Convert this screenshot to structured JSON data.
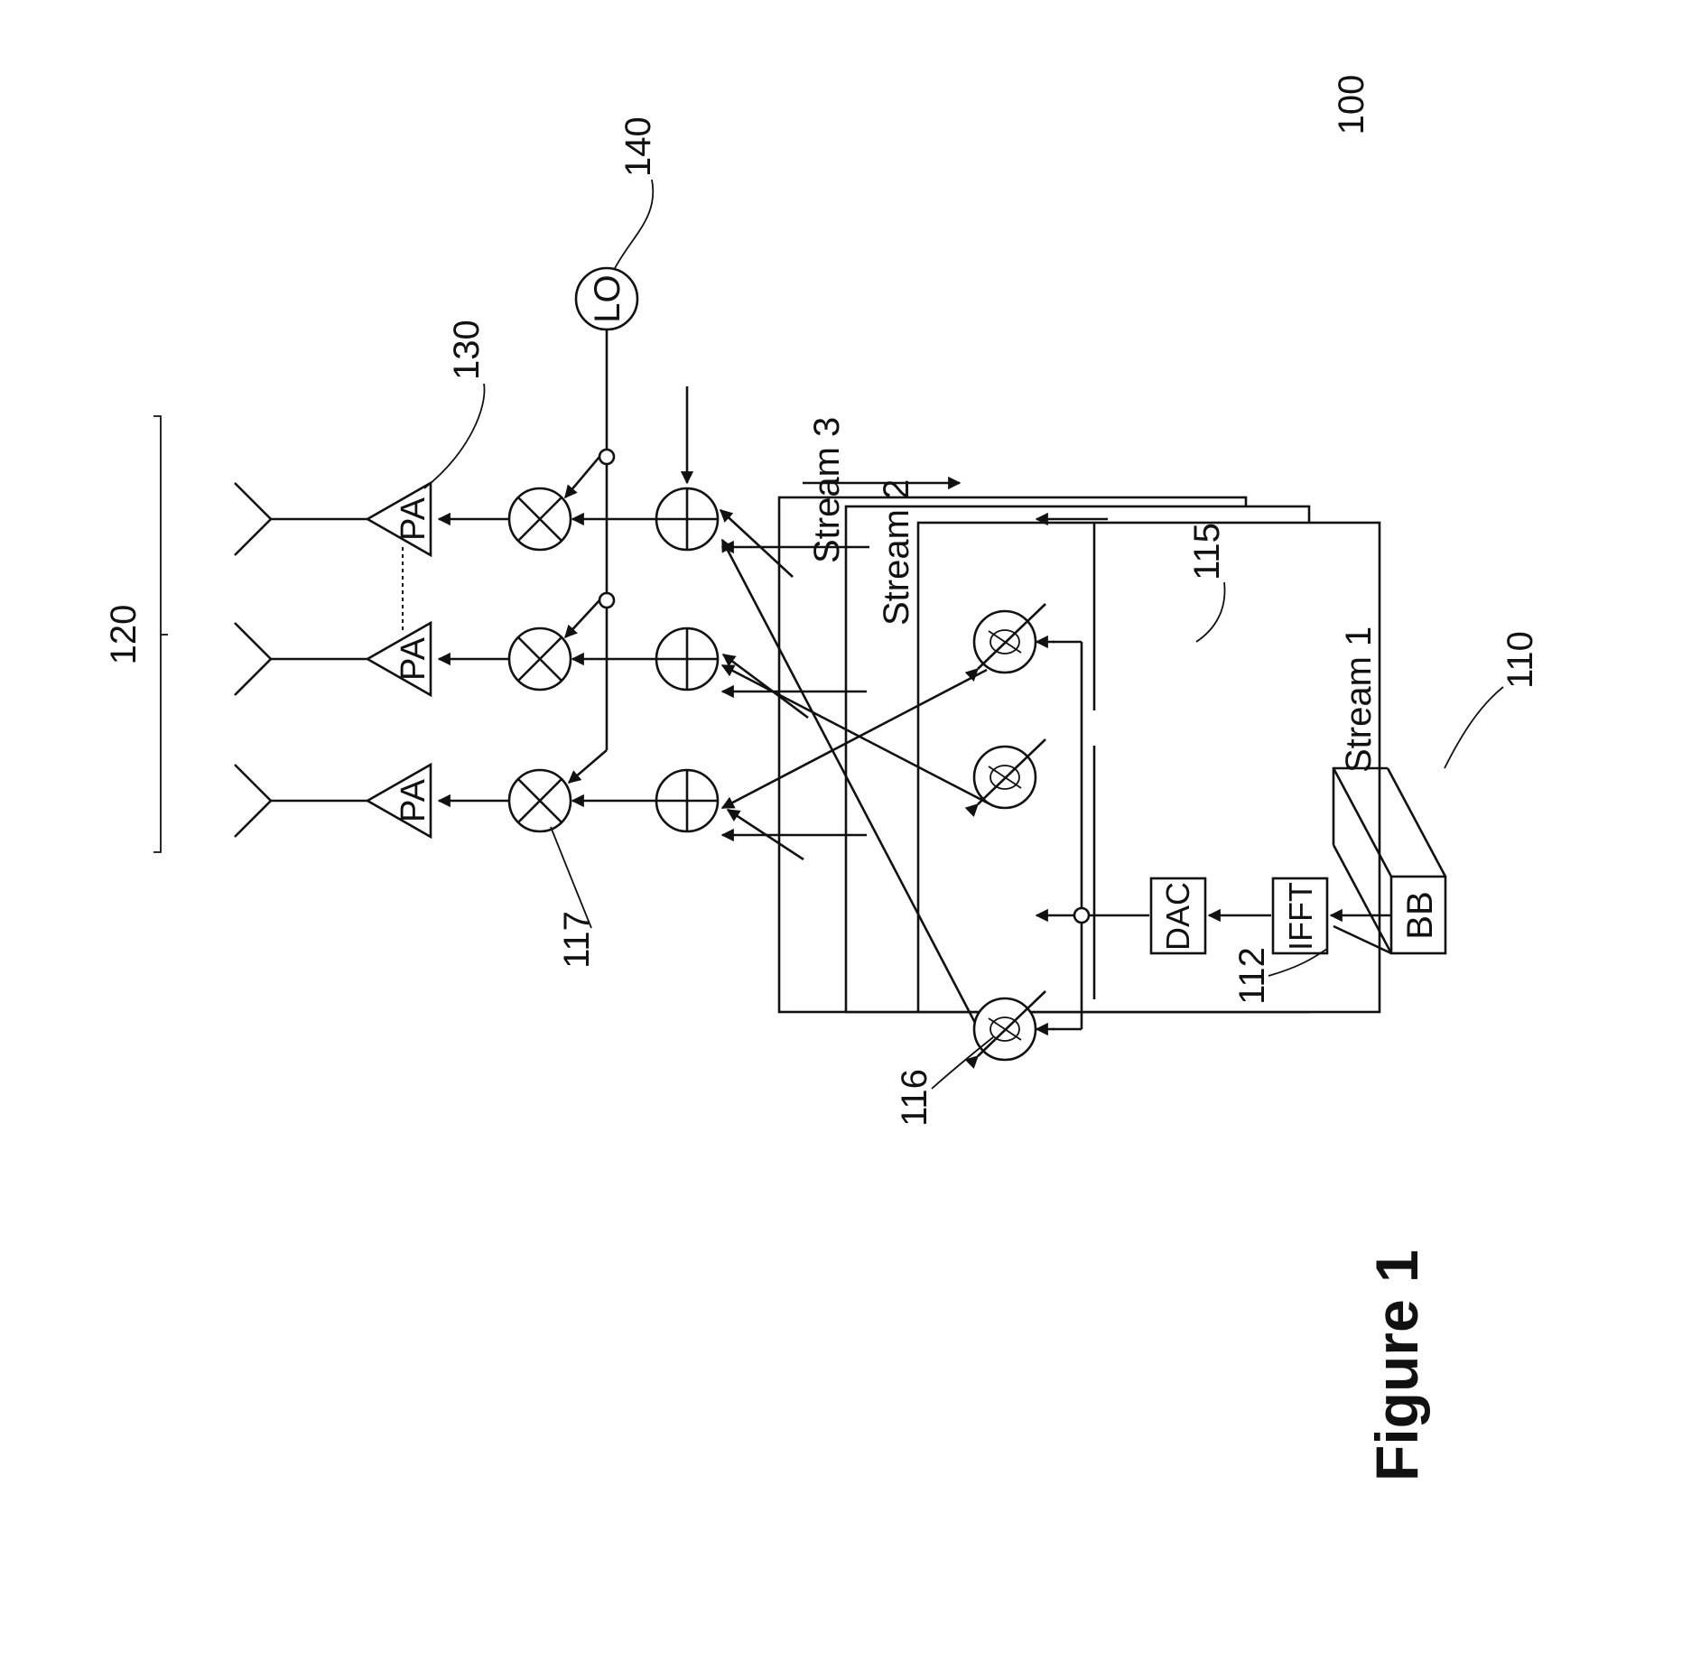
{
  "figure": {
    "caption": "Figure 1",
    "system_ref": "100",
    "antenna_array_ref": "120",
    "pa_ref": "130",
    "lo_ref": "140",
    "baseband_ref": "110",
    "ifft_ref": "112",
    "dac_ref": "115",
    "phase_shifter_ref": "116",
    "mixer_ref": "117"
  },
  "blocks": {
    "bb": "BB",
    "ifft": "IFFT",
    "dac": "DAC",
    "lo": "LO",
    "pa_1": "PA",
    "pa_2": "PA",
    "pa_3": "PA"
  },
  "streams": [
    "Stream 1",
    "Stream 2",
    "Stream 3"
  ]
}
